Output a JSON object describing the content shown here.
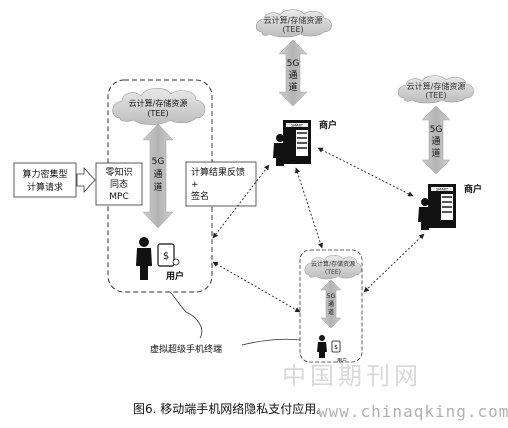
{
  "cloud_label": "云计算/存储资源",
  "cloud_tee": "(TEE)",
  "channel_5g": "5G",
  "channel_tong": "通",
  "channel_dao": "道",
  "merchant_label": "商户",
  "user_label": "用户",
  "request_box": {
    "line1": "算力密集型",
    "line2": "计算请求"
  },
  "mpc_box": {
    "line1": "零知识",
    "line2": "同态",
    "line3": "MPC"
  },
  "result_box": {
    "line1": "计算结果反馈",
    "line2": "+",
    "line3": "签名"
  },
  "vending_brand": "SMART",
  "virtual_terminal_label": "虚拟超级手机终端",
  "caption": "图6. 移动端手机网络隐私支付应用。",
  "watermark_cn": "中国期刊网",
  "watermark_url": "www.chinaqking.com"
}
